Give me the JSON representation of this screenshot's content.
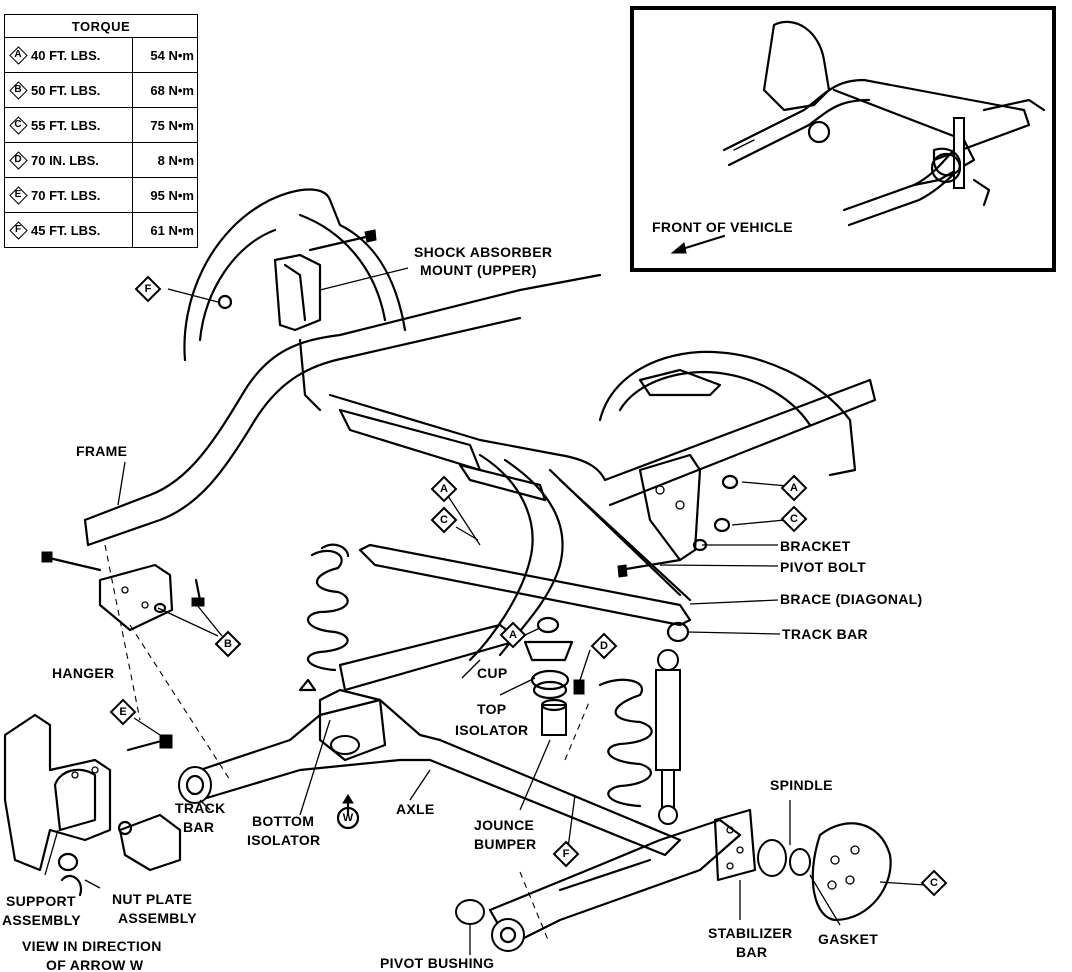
{
  "torque_table": {
    "header": "TORQUE",
    "rows": [
      {
        "key": "A",
        "ft": "40 FT. LBS.",
        "nm": "54 N•m"
      },
      {
        "key": "B",
        "ft": "50 FT. LBS.",
        "nm": "68 N•m"
      },
      {
        "key": "C",
        "ft": "55 FT. LBS.",
        "nm": "75 N•m"
      },
      {
        "key": "D",
        "ft": "70 IN. LBS.",
        "nm": "8 N•m"
      },
      {
        "key": "E",
        "ft": "70 FT. LBS.",
        "nm": "95 N•m"
      },
      {
        "key": "F",
        "ft": "45 FT. LBS.",
        "nm": "61 N•m"
      }
    ]
  },
  "inset": {
    "caption": "FRONT OF VEHICLE"
  },
  "labels": {
    "shock_line1": "SHOCK ABSORBER",
    "shock_line2": "MOUNT (UPPER)",
    "frame": "FRAME",
    "hanger": "HANGER",
    "bracket": "BRACKET",
    "pivot_bolt": "PIVOT BOLT",
    "brace": "BRACE (DIAGONAL)",
    "track_bar_right": "TRACK BAR",
    "cup": "CUP",
    "top_isolator_1": "TOP",
    "top_isolator_2": "ISOLATOR",
    "track_bar_left_1": "TRACK",
    "track_bar_left_2": "BAR",
    "bottom_isolator_1": "BOTTOM",
    "bottom_isolator_2": "ISOLATOR",
    "axle": "AXLE",
    "arrow_w": "W",
    "jounce_1": "JOUNCE",
    "jounce_2": "BUMPER",
    "spindle": "SPINDLE",
    "stabilizer_1": "STABILIZER",
    "stabilizer_2": "BAR",
    "gasket": "GASKET",
    "pivot_bushing": "PIVOT BUSHING",
    "support_1": "SUPPORT",
    "support_2": "ASSEMBLY",
    "nut_plate_1": "NUT PLATE",
    "nut_plate_2": "ASSEMBLY",
    "view_1": "VIEW IN DIRECTION",
    "view_2": "OF ARROW W"
  },
  "callouts": {
    "f_shock": "F",
    "b_hanger": "B",
    "e_hanger": "E",
    "a_brace_left": "A",
    "c_brace_left": "C",
    "a_bracket": "A",
    "c_bracket": "C",
    "a_cup": "A",
    "d_cup": "D",
    "f_jounce": "F",
    "c_spindle": "C"
  }
}
